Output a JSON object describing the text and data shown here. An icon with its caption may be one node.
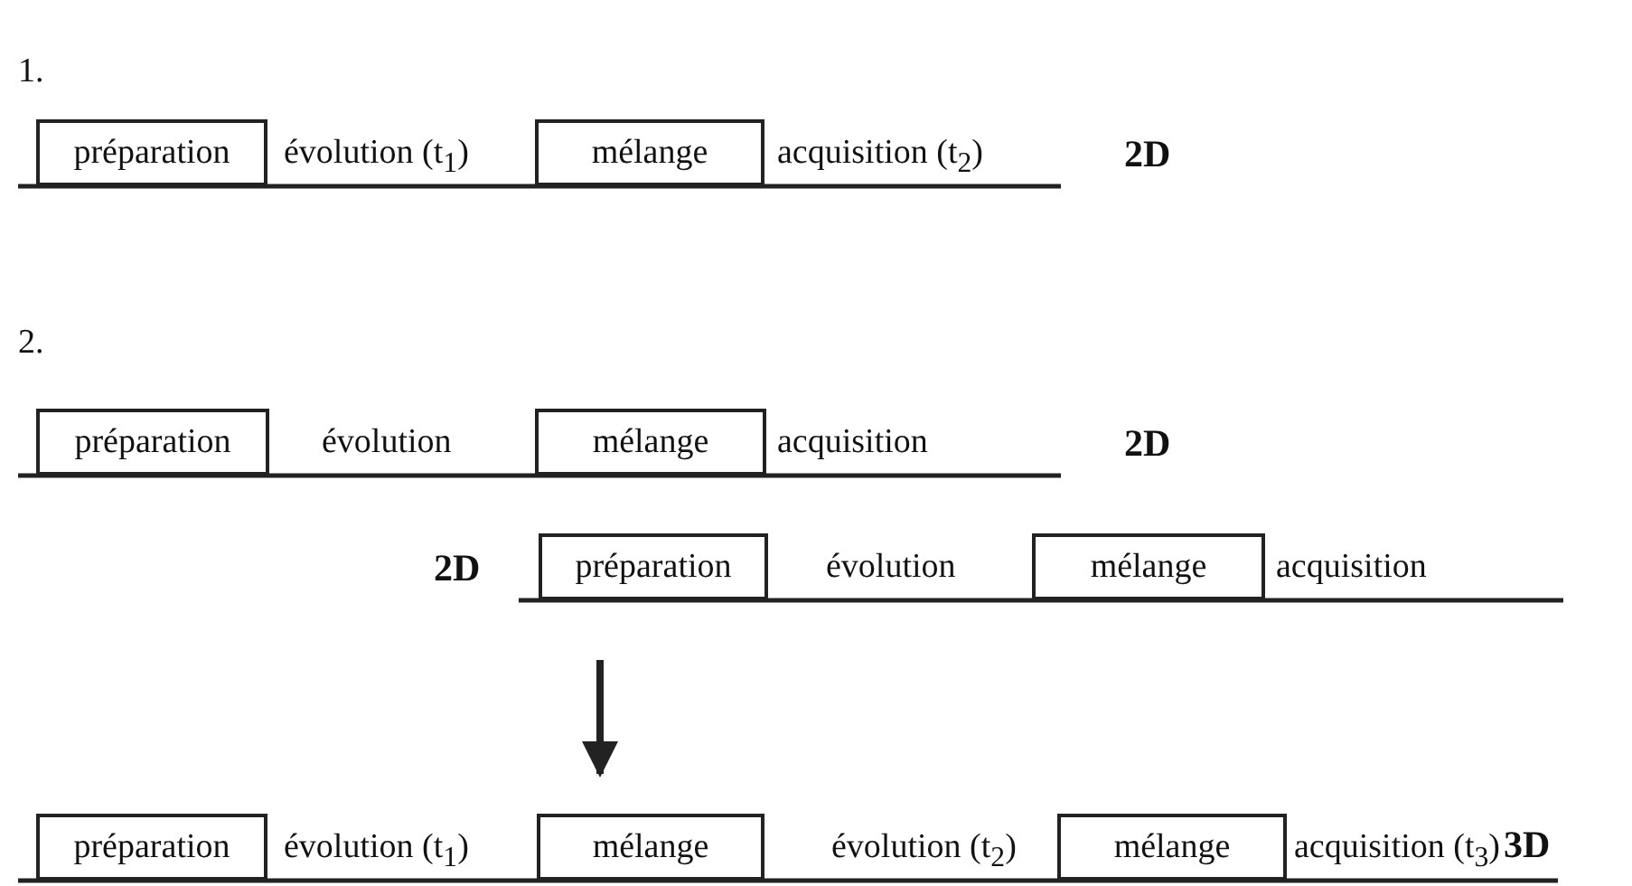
{
  "diagram": {
    "nodes": [
      {
        "text": [
          "préparation"
        ]
      },
      {
        "text": [
          "mélange"
        ]
      },
      {
        "text": [
          "préparation"
        ]
      },
      {
        "text": [
          "mélange"
        ]
      },
      {
        "text": [
          "préparation"
        ]
      },
      {
        "text": [
          "mélange"
        ]
      },
      {
        "text": [
          "préparation"
        ]
      },
      {
        "text": [
          "mélange"
        ]
      },
      {
        "text": [
          "mélange"
        ]
      }
    ],
    "edges": [
      {
        "from": null,
        "to": 7,
        "arrow": "to"
      }
    ],
    "labels": [
      "1.",
      "évolution (t$_{1}$)",
      "acquisition (t$_{2}$)",
      "2D",
      "2.",
      "évolution",
      "acquisition",
      "2D",
      "2D",
      "évolution",
      "acquisition",
      "évolution (t$_{1}$)",
      "évolution (t$_{2}$)",
      "acquisition (t$_{3}$)",
      "3D"
    ]
  }
}
